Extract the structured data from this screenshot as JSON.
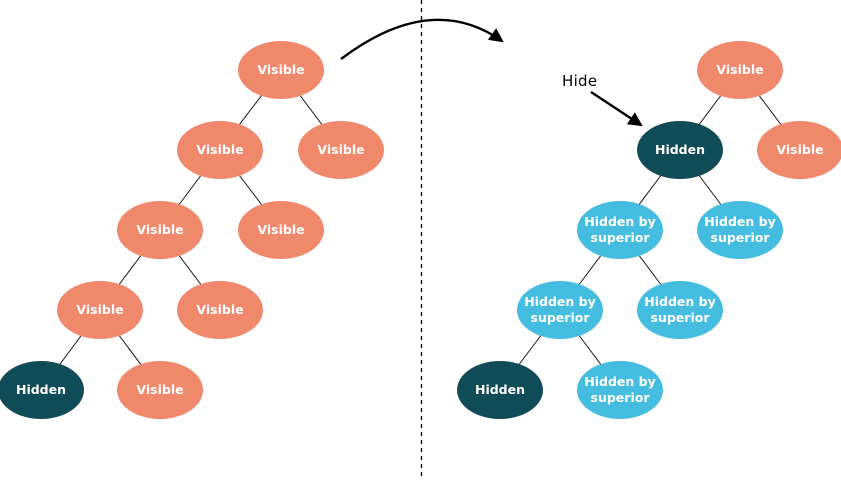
{
  "annotations": {
    "hide_label": "Hide",
    "transition_arrow": "left-tree-to-right-tree",
    "hide_arrow_target": "right tree second-level left node"
  },
  "colors": {
    "visible_fill": "#F0886C",
    "hidden_fill": "#0F4C57",
    "hidden_by_superior_fill": "#45BDE0",
    "node_text": "#ffffff",
    "edge_line": "#1a1a1a",
    "annotation_color": "#000000",
    "background": "#ffffff"
  },
  "trees": {
    "edges": [
      [
        0,
        1
      ],
      [
        0,
        2
      ],
      [
        1,
        3
      ],
      [
        1,
        4
      ],
      [
        3,
        5
      ],
      [
        3,
        6
      ],
      [
        5,
        7
      ],
      [
        5,
        8
      ]
    ],
    "left": {
      "name": "tree-before-hide",
      "nodes": [
        {
          "label": "Visible",
          "state": "visible"
        },
        {
          "label": "Visible",
          "state": "visible"
        },
        {
          "label": "Visible",
          "state": "visible"
        },
        {
          "label": "Visible",
          "state": "visible"
        },
        {
          "label": "Visible",
          "state": "visible"
        },
        {
          "label": "Visible",
          "state": "visible"
        },
        {
          "label": "Visible",
          "state": "visible"
        },
        {
          "label": "Hidden",
          "state": "hidden"
        },
        {
          "label": "Visible",
          "state": "visible"
        }
      ]
    },
    "right": {
      "name": "tree-after-hide",
      "nodes": [
        {
          "label": "Visible",
          "state": "visible"
        },
        {
          "label": "Hidden",
          "state": "hidden"
        },
        {
          "label": "Visible",
          "state": "visible"
        },
        {
          "label": "Hidden by superior",
          "state": "hidden_by_superior"
        },
        {
          "label": "Hidden by superior",
          "state": "hidden_by_superior"
        },
        {
          "label": "Hidden by superior",
          "state": "hidden_by_superior"
        },
        {
          "label": "Hidden by superior",
          "state": "hidden_by_superior"
        },
        {
          "label": "Hidden",
          "state": "hidden"
        },
        {
          "label": "Hidden by superior",
          "state": "hidden_by_superior"
        }
      ]
    }
  }
}
